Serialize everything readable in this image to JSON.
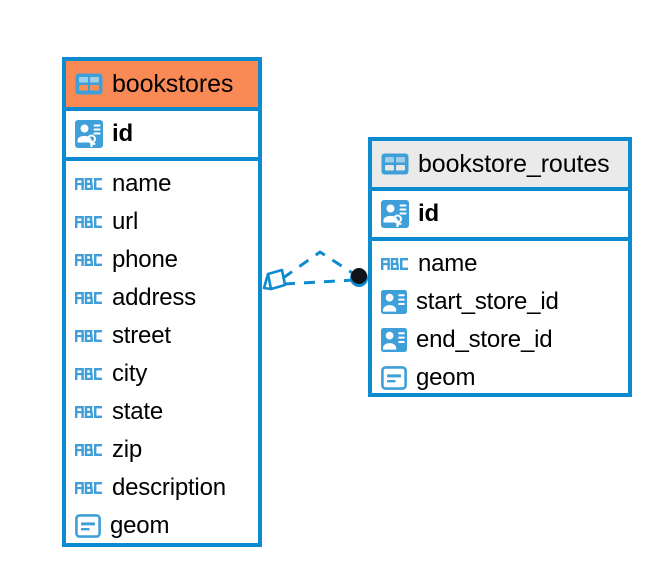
{
  "diagram": {
    "type": "entity-relationship-diagram",
    "background_color": "#ffffff",
    "accent_color": "#0d8bd1",
    "header_highlight_color": "#fa8a55",
    "header_default_color": "#eaeaea"
  },
  "entities": [
    {
      "name": "bookstores",
      "header_style": "orange",
      "table_icon": "table-icon",
      "primary_key": {
        "label": "id",
        "icon": "primary-key-icon"
      },
      "fields": [
        {
          "label": "name",
          "icon": "abc-text-icon"
        },
        {
          "label": "url",
          "icon": "abc-text-icon"
        },
        {
          "label": "phone",
          "icon": "abc-text-icon"
        },
        {
          "label": "address",
          "icon": "abc-text-icon"
        },
        {
          "label": "street",
          "icon": "abc-text-icon"
        },
        {
          "label": "city",
          "icon": "abc-text-icon"
        },
        {
          "label": "state",
          "icon": "abc-text-icon"
        },
        {
          "label": "zip",
          "icon": "abc-text-icon"
        },
        {
          "label": "description",
          "icon": "abc-text-icon"
        },
        {
          "label": "geom",
          "icon": "geometry-icon"
        }
      ]
    },
    {
      "name": "bookstore_routes",
      "header_style": "grey",
      "table_icon": "table-icon",
      "primary_key": {
        "label": "id",
        "icon": "primary-key-icon"
      },
      "fields": [
        {
          "label": "name",
          "icon": "abc-text-icon"
        },
        {
          "label": "start_store_id",
          "icon": "foreign-key-icon"
        },
        {
          "label": "end_store_id",
          "icon": "foreign-key-icon"
        },
        {
          "label": "geom",
          "icon": "geometry-icon"
        }
      ]
    }
  ],
  "relationship": {
    "source_marker": "polygon-marker",
    "target_marker": "filled-circle-marker",
    "line_style": "dashed",
    "line_color": "#0d8bd1"
  }
}
